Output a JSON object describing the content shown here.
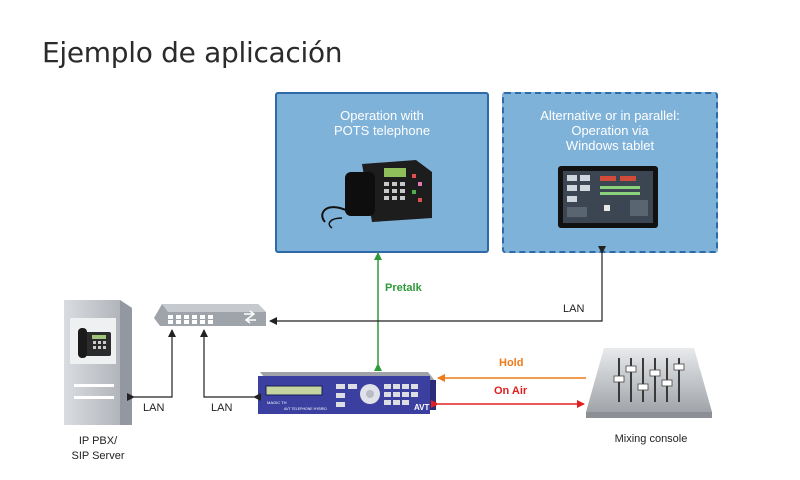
{
  "title": "Ejemplo de aplicación",
  "box_pots": {
    "line1": "Operation with",
    "line2": "POTS telephone"
  },
  "box_tablet": {
    "line1": "Alternative or in parallel:",
    "line2": "Operation via",
    "line3": "Windows tablet"
  },
  "links": {
    "pretalk": "Pretalk",
    "lan_tablet": "LAN",
    "lan_pbx": "LAN",
    "lan_device": "LAN",
    "hold": "Hold",
    "on_air": "On Air"
  },
  "devices": {
    "pbx_line1": "IP PBX/",
    "pbx_line2": "SIP Server",
    "mixer": "Mixing console",
    "hybrid_brand": "AVT",
    "hybrid_model": "MAGIC TH",
    "hybrid_sub": "AVT TELEPHONE HYBRID"
  },
  "colors": {
    "box_fill": "#7fb2d9",
    "box_border": "#2e6aa8",
    "pretalk": "#2e9a3a",
    "hold": "#f07a1a",
    "on_air": "#e02020",
    "lan": "#222222",
    "hybrid_body": "#3a3fa0"
  },
  "icons": [
    "phone-icon",
    "tablet-icon",
    "switch-icon",
    "server-icon",
    "hybrid-icon",
    "mixer-icon"
  ]
}
